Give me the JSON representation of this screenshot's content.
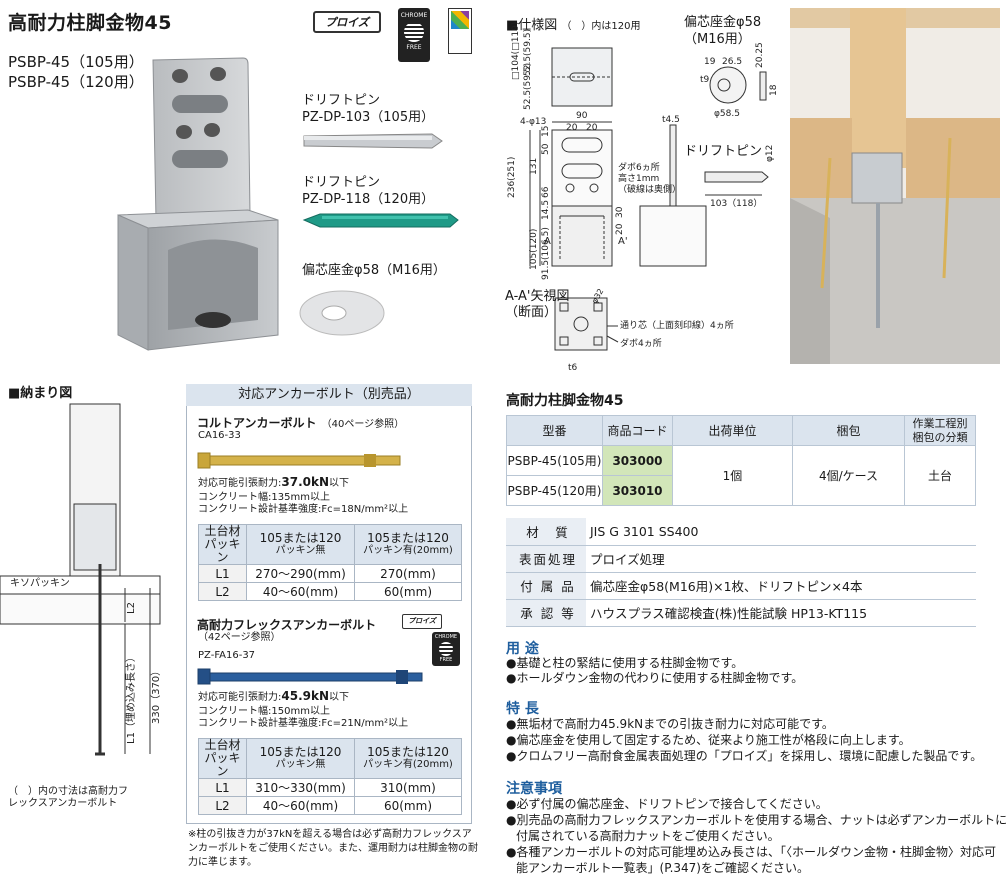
{
  "header": {
    "title": "高耐力柱脚金物45",
    "model_105": "PSBP-45（105用）",
    "model_120": "PSBP-45（120用）",
    "badge_pro": "プロイズ",
    "badge_chrome_top": "CHROME",
    "badge_chrome_bottom": "FREE"
  },
  "parts": {
    "pin_label_1": "ドリフトピン",
    "pin_code_1": "PZ-DP-103（105用）",
    "pin_label_2": "ドリフトピン",
    "pin_code_2": "PZ-DP-118（120用）",
    "washer_label": "偏芯座金φ58（M16用）"
  },
  "spec": {
    "title": "■仕様図",
    "note": "（　）内は120用",
    "washer_title": "偏芯座金φ58",
    "washer_sub": "（M16用）",
    "pin_title": "ドリフトピン",
    "section_title": "A-A'矢視図",
    "section_sub": "（断面）",
    "note_dowel": "ダボ6ヵ所",
    "note_height": "高さ1mm",
    "note_dowel2": "（破線は奥側）",
    "note_center": "通り芯（上面刻印線）4ヵ所",
    "note_dowel4": "ダボ4ヵ所",
    "dims": {
      "w90": "90",
      "h236": "236(251)",
      "h131": "131",
      "h105": "105(120)",
      "d4_13": "4-φ13",
      "d20a": "20",
      "d20b": "20",
      "t45": "t4.5",
      "w_103": "103（118）",
      "phi12": "φ12",
      "phi585": "φ58.5",
      "d19": "19",
      "d265": "26.5",
      "d2025": "20.25",
      "t9": "t9",
      "d18": "18",
      "d50": "50",
      "d66": "66",
      "d15": "15",
      "d145": "14.5",
      "d30": "30",
      "d915": "91.5(106.5)",
      "d20c": "20",
      "phi32": "φ32",
      "t6": "t6",
      "lblA": "A",
      "lblA2": "A'",
      "d104": "□104(□119)",
      "d525a": "52.5(59.5)",
      "d525b": "52.5(59.5)"
    }
  },
  "install": {
    "title": "■納まり図",
    "sill_packing": "キソパッキン",
    "l2": "L2",
    "l1": "L1（埋め込み長さ）",
    "dim330": "330（370）",
    "note": "（　）内の寸法は高耐力フレックスアンカーボルト"
  },
  "anchor": {
    "panel_title": "対応アンカーボルト（別売品）",
    "colt": {
      "title": "コルトアンカーボルト",
      "ref": "（40ページ参照）",
      "code": "CA16-33",
      "strength_label": "対応可能引張耐力:",
      "strength": "37.0kN",
      "strength_suffix": "以下",
      "concrete_width": "コンクリート幅:135mm以上",
      "concrete_std": "コンクリート設計基準強度:Fc=18N/mm²以上",
      "head_1": "土台材",
      "head_1b": "パッキン",
      "head_2": "105または120",
      "head_2b": "パッキン無",
      "head_3": "105または120",
      "head_3b": "パッキン有(20mm)",
      "rows": [
        {
          "label": "L1",
          "no": "270～290(mm)",
          "yes": "270(mm)"
        },
        {
          "label": "L2",
          "no": "40～60(mm)",
          "yes": "60(mm)"
        }
      ]
    },
    "flex": {
      "title": "高耐力フレックスアンカーボルト",
      "ref": "（42ページ参照）",
      "code": "PZ-FA16-37",
      "strength_label": "対応可能引張耐力:",
      "strength": "45.9kN",
      "strength_suffix": "以下",
      "concrete_width": "コンクリート幅:150mm以上",
      "concrete_std": "コンクリート設計基準強度:Fc=21N/mm²以上",
      "head_1": "土台材",
      "head_1b": "パッキン",
      "head_2": "105または120",
      "head_2b": "パッキン無",
      "head_3": "105または120",
      "head_3b": "パッキン有(20mm)",
      "rows": [
        {
          "label": "L1",
          "no": "310～330(mm)",
          "yes": "310(mm)"
        },
        {
          "label": "L2",
          "no": "40～60(mm)",
          "yes": "60(mm)"
        }
      ]
    },
    "footnote": "※柱の引抜き力が37kNを超える場合は必ず高耐力フレックスアンカーボルトをご使用ください。また、運用耐力は柱脚金物の耐力に準じます。"
  },
  "product": {
    "title": "高耐力柱脚金物45",
    "headers": [
      "型番",
      "商品コード",
      "出荷単位",
      "梱包",
      "作業工程別",
      "梱包の分類"
    ],
    "rows": [
      {
        "model": "PSBP-45(105用)",
        "code": "303000"
      },
      {
        "model": "PSBP-45(120用)",
        "code": "303010"
      }
    ],
    "unit": "1個",
    "pack": "4個/ケース",
    "category": "土台"
  },
  "attributes": [
    {
      "k": "材　質",
      "v": "JIS G 3101 SS400"
    },
    {
      "k": "表面処理",
      "v": "プロイズ処理"
    },
    {
      "k": "付 属 品",
      "v": "偏芯座金φ58(M16用)×1枚、ドリフトピン×4本"
    },
    {
      "k": "承 認 等",
      "v": "ハウスプラス確認検査(株)性能試験 HP13-KT115"
    }
  ],
  "usage": {
    "title": "用 途",
    "items": [
      "●基礎と柱の緊結に使用する柱脚金物です。",
      "●ホールダウン金物の代わりに使用する柱脚金物です。"
    ]
  },
  "features": {
    "title": "特 長",
    "items": [
      "●無垢材で高耐力45.9kNまでの引抜き耐力に対応可能です。",
      "●偏芯座金を使用して固定するため、従来より施工性が格段に向上します。",
      "●クロムフリー高耐食金属表面処理の「プロイズ」を採用し、環境に配慮した製品です。"
    ]
  },
  "cautions": {
    "title": "注意事項",
    "items": [
      "●必ず付属の偏芯座金、ドリフトピンで接合してください。",
      "●別売品の高耐力フレックスアンカーボルトを使用する場合、ナットは必ずアンカーボルトに",
      "付属されている高耐力ナットをご使用ください。",
      "●各種アンカーボルトの対応可能埋め込み長さは、「〈ホールダウン金物・柱脚金物〉対応可",
      "能アンカーボルト一覧表」(P.347)をご確認ください。"
    ]
  }
}
